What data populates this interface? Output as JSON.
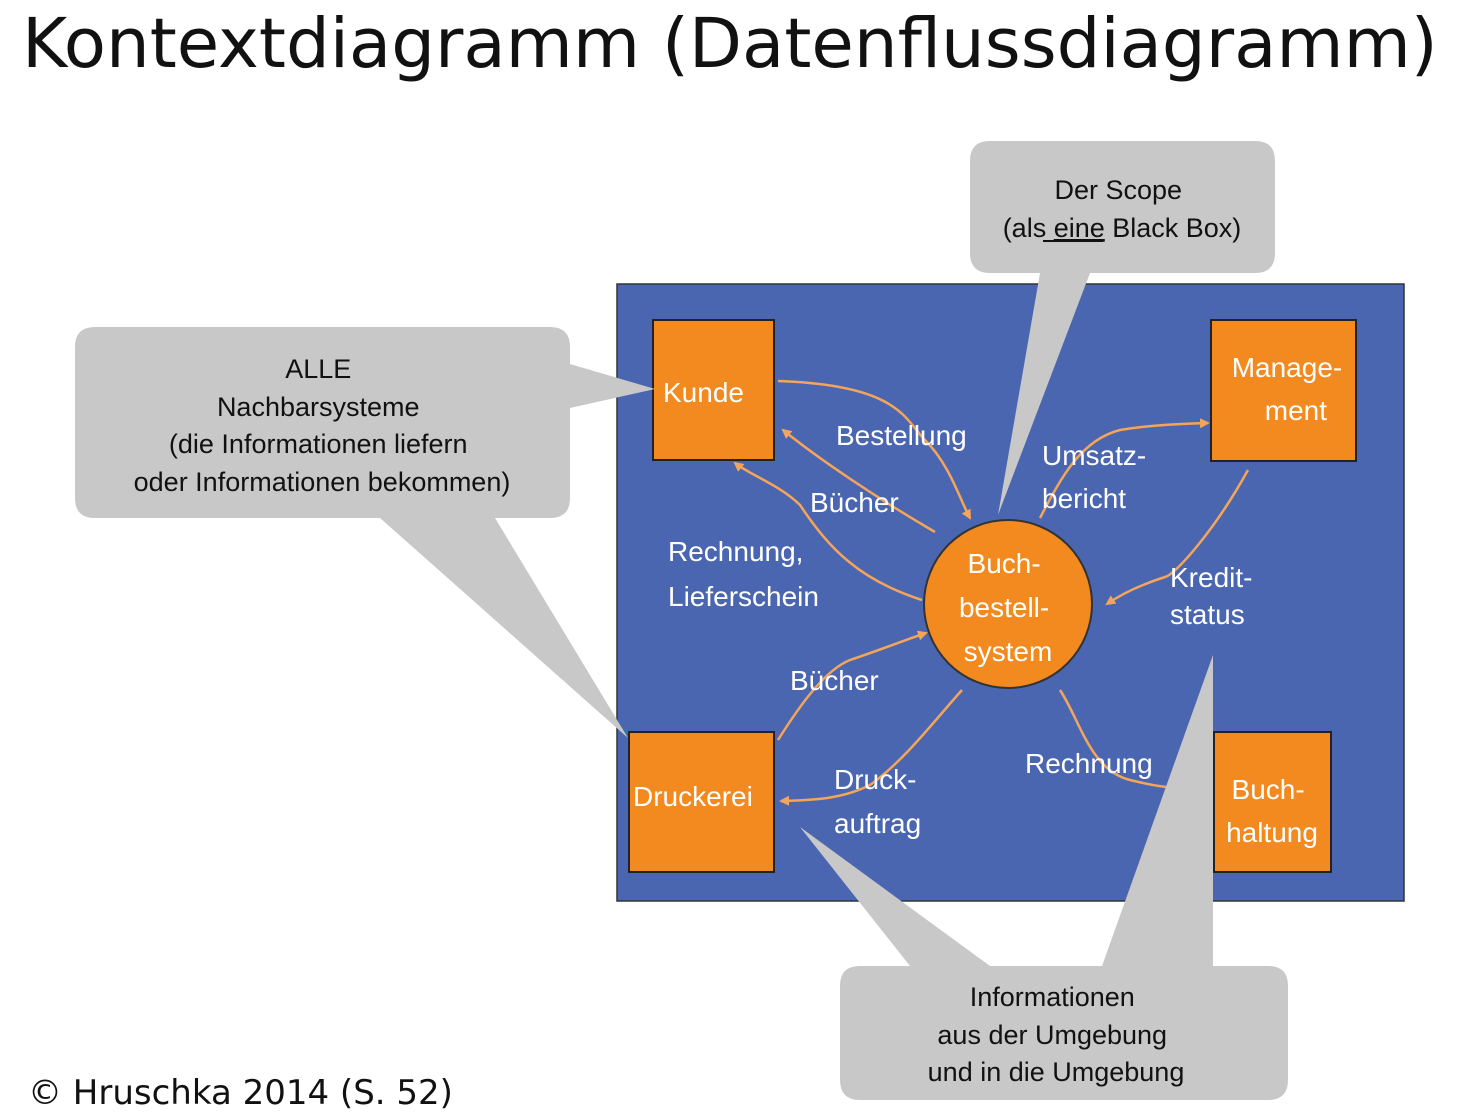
{
  "title": "Kontextdiagramm (Datenflussdiagramm)",
  "footer": "© Hruschka 2014 (S. 52)",
  "colors": {
    "scope_background": "#4a66b0",
    "entity_fill": "#f28a1f",
    "flow_arrow": "#f4a55a",
    "callout_fill": "#c8c8c8"
  },
  "system": {
    "label_lines": [
      "Buch-",
      "bestell-",
      "system"
    ]
  },
  "entities": {
    "kunde": {
      "label_lines": [
        "Kunde"
      ]
    },
    "management": {
      "label_lines": [
        "Manage-",
        "ment"
      ]
    },
    "druckerei": {
      "label_lines": [
        "Druckerei"
      ]
    },
    "buchhaltung": {
      "label_lines": [
        "Buch-",
        "haltung"
      ]
    }
  },
  "flows": {
    "bestellung": {
      "label_lines": [
        "Bestellung"
      ]
    },
    "buecher_kunde": {
      "label_lines": [
        "Bücher"
      ]
    },
    "rechnung_lieferschein": {
      "label_lines": [
        "Rechnung,",
        "Lieferschein"
      ]
    },
    "umsatzbericht": {
      "label_lines": [
        "Umsatz-",
        "bericht"
      ]
    },
    "kreditstatus": {
      "label_lines": [
        "Kredit-",
        "status"
      ]
    },
    "buecher_druckerei": {
      "label_lines": [
        "Bücher"
      ]
    },
    "druckauftrag": {
      "label_lines": [
        "Druck-",
        "auftrag"
      ]
    },
    "rechnung": {
      "label_lines": [
        "Rechnung"
      ]
    }
  },
  "callouts": {
    "scope": {
      "line1": "Der Scope",
      "line2_before": "(als ",
      "line2_emphasis": "eine",
      "line2_after": " Black Box)"
    },
    "neighbors": {
      "lines": [
        "ALLE",
        "Nachbarsysteme",
        "(die Informationen liefern",
        "oder Informationen bekommen)"
      ]
    },
    "environment": {
      "lines": [
        "Informationen",
        "aus der Umgebung",
        "und in die Umgebung"
      ]
    }
  }
}
